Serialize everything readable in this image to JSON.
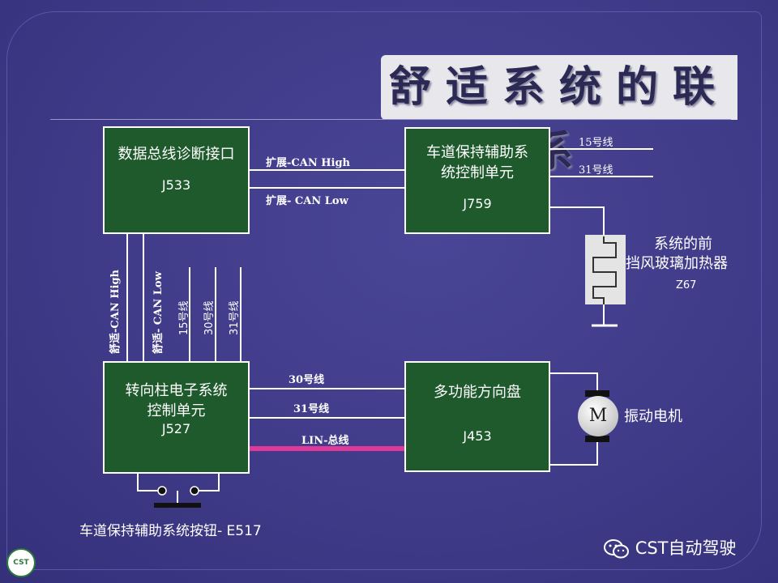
{
  "title": "舒适系统的联系",
  "boxes": {
    "j533": {
      "name": "数据总线诊断接口",
      "code": "J533"
    },
    "j759": {
      "name_line1": "车道保持辅助系",
      "name_line2": "统控制单元",
      "code": "J759"
    },
    "j527": {
      "name_line1": "转向柱电子系统",
      "name_line2": "控制单元",
      "code": "J527"
    },
    "j453": {
      "name": "多功能方向盘",
      "code": "J453"
    }
  },
  "wires": {
    "can_high": "扩展-CAN High",
    "can_low": "扩展- CAN Low",
    "wire15_top": "15号线",
    "wire31_top": "31号线",
    "comfort_can_high": "舒适-CAN High",
    "comfort_can_low": "舒适- CAN Low",
    "wire15_vert": "15号线",
    "wire30_vert": "30号线",
    "wire31_vert": "31号线",
    "wire30_mid": "30号线",
    "wire31_mid": "31号线",
    "lin_bus": "LIN-总线"
  },
  "heater": {
    "line1": "系统的前",
    "line2": "挡风玻璃加热器",
    "code": "Z67"
  },
  "motor": {
    "symbol": "M",
    "label": "振动电机"
  },
  "button": {
    "label": "车道保持辅助系统按钮- E517"
  },
  "logo": {
    "text": "CST"
  },
  "watermark": {
    "text": "CST自动驾驶"
  },
  "colors": {
    "background": "#3d3980",
    "box_fill": "#1e5a2c",
    "wire": "#ffffff",
    "lin_bus": "#e0399a",
    "title_bg": "#e8e8ec"
  }
}
